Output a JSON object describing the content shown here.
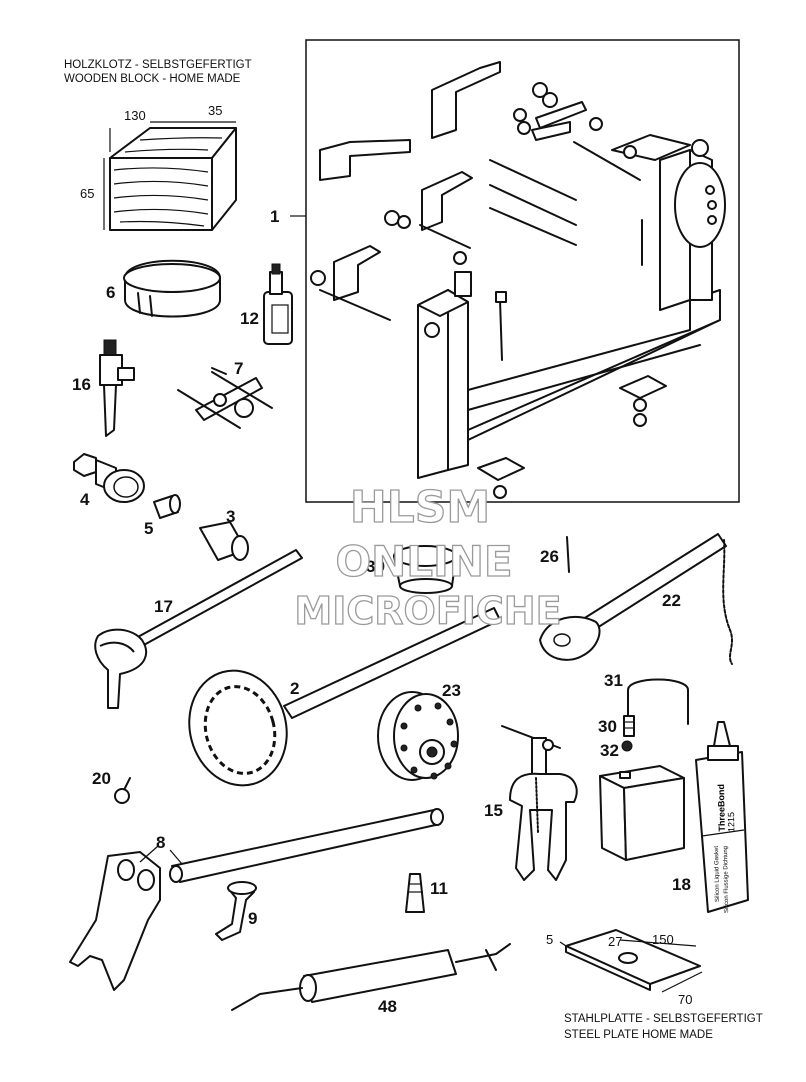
{
  "captions": {
    "wooden_block_de": "HOLZKLOTZ - SELBSTGEFERTIGT",
    "wooden_block_en": "WOODEN BLOCK - HOME MADE",
    "steel_plate_de": "STAHLPLATTE - SELBSTGEFERTIGT",
    "steel_plate_en": "STEEL PLATE   HOME MADE"
  },
  "dimensions": {
    "block_length": "130",
    "block_width": "35",
    "block_height": "65",
    "plate_thickness": "5",
    "plate_hole": "27",
    "plate_length": "150",
    "plate_width": "70"
  },
  "watermark": {
    "line1": "HLSM",
    "line2": "ONLINE",
    "line3": "MICROFICHE"
  },
  "part_labels": {
    "p1": "1",
    "p2": "2",
    "p3": "3",
    "p4": "4",
    "p5": "5",
    "p6": "6",
    "p7": "7",
    "p8": "8",
    "p9": "9",
    "p11": "11",
    "p12": "12",
    "p15": "15",
    "p16": "16",
    "p17": "17",
    "p18": "18",
    "p20": "20",
    "p22": "22",
    "p23": "23",
    "p26": "26",
    "p30": "30",
    "p31": "31",
    "p32": "32",
    "p39": "39",
    "p48": "48"
  },
  "tube_text": {
    "brand": "ThreeBond",
    "code": "1215",
    "desc1": "Silicon Liquid Gasket",
    "desc2": "Silicon Flussige Dichtung"
  }
}
